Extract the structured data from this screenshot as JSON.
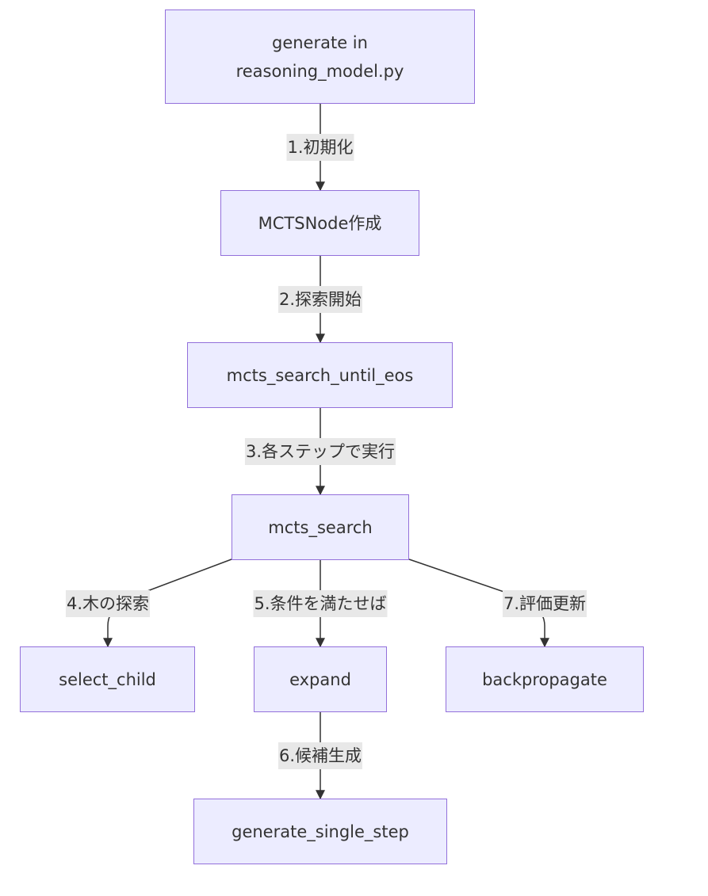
{
  "colors": {
    "node_fill": "#ececff",
    "node_border": "#9370db",
    "edge": "#333333",
    "label_bg": "#e8e8e8",
    "text": "#333333"
  },
  "nodes": {
    "generate": {
      "line1": "generate in",
      "line2": "reasoning_model.py"
    },
    "mctsnode": {
      "label": "MCTSNode作成"
    },
    "until_eos": {
      "label": "mcts_search_until_eos"
    },
    "mcts_search": {
      "label": "mcts_search"
    },
    "select_child": {
      "label": "select_child"
    },
    "expand": {
      "label": "expand"
    },
    "backpropagate": {
      "label": "backpropagate"
    },
    "single_step": {
      "label": "generate_single_step"
    }
  },
  "edges": {
    "e1": {
      "label": "1.初期化"
    },
    "e2": {
      "label": "2.探索開始"
    },
    "e3": {
      "label": "3.各ステップで実行"
    },
    "e4": {
      "label": "4.木の探索"
    },
    "e5": {
      "label": "5.条件を満たせば"
    },
    "e6": {
      "label": "6.候補生成"
    },
    "e7": {
      "label": "7.評価更新"
    }
  }
}
